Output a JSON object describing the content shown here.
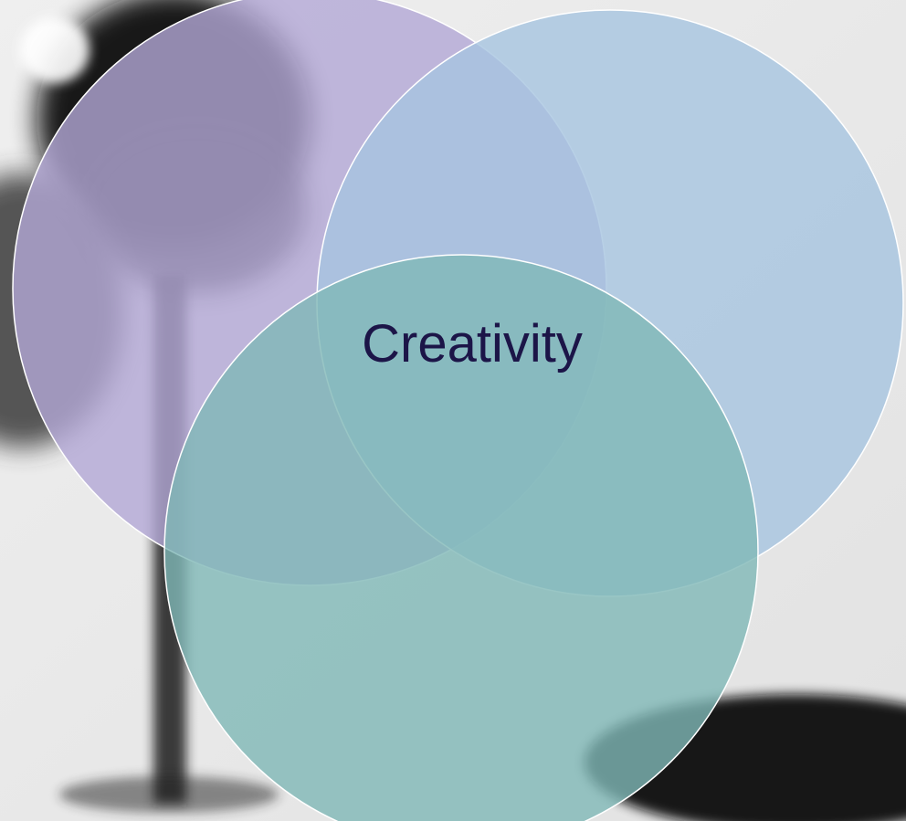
{
  "diagram": {
    "type": "venn",
    "center_label": "Creativity",
    "circles": [
      {
        "name": "circle-purple",
        "color": "#b3a7d6"
      },
      {
        "name": "circle-blue",
        "color": "#a6c4e0"
      },
      {
        "name": "circle-teal",
        "color": "#7fb8b6"
      }
    ],
    "colors": {
      "background": "#e6e6e6",
      "shadow": "#1a1a1a",
      "label": "#1c1548",
      "outline": "#ffffff"
    }
  }
}
